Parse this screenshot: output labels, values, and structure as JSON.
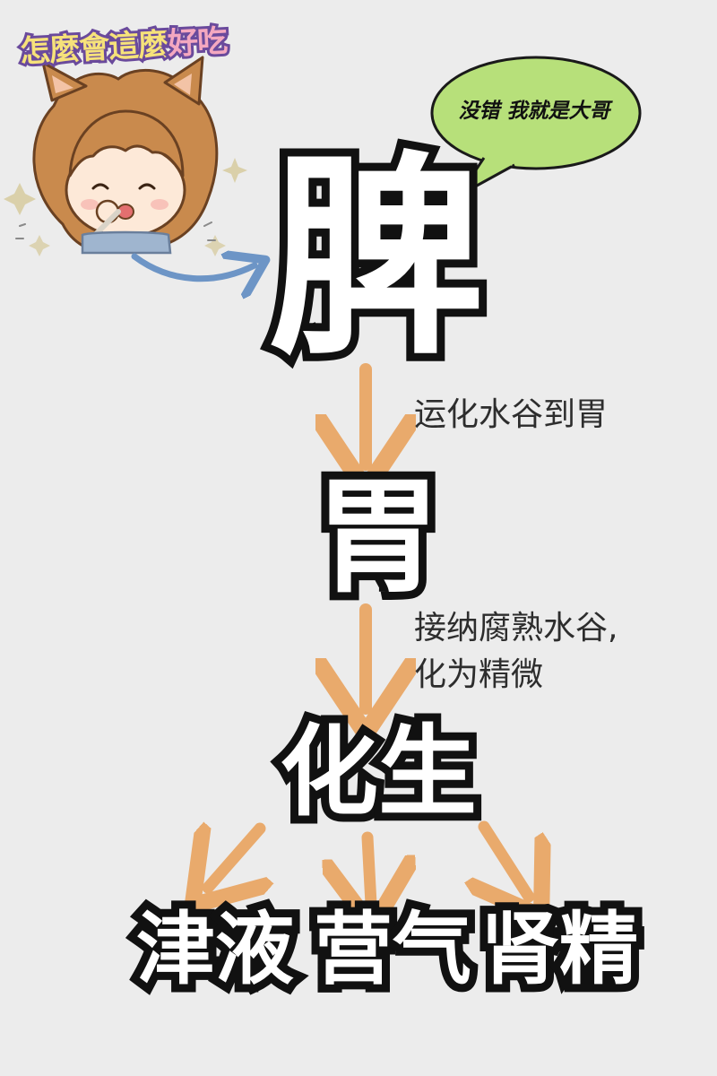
{
  "sticker": {
    "caption_a": "怎麼會這麼",
    "caption_b": "好吃"
  },
  "speech_bubble": {
    "text": "没错 我就是大哥"
  },
  "nodes": {
    "spleen": "脾",
    "stomach": "胃",
    "transform": "化生",
    "outputs": [
      "津液",
      "营气",
      "肾精"
    ]
  },
  "edges": {
    "spleen_to_stomach": "运化水谷到胃",
    "stomach_to_transform": [
      "接纳腐熟水谷,",
      "化为精微"
    ]
  },
  "colors": {
    "background": "#ececec",
    "arrow": "#e9a35f",
    "bubble": "#b7e07a",
    "curve_arrow": "#6d95c6"
  }
}
